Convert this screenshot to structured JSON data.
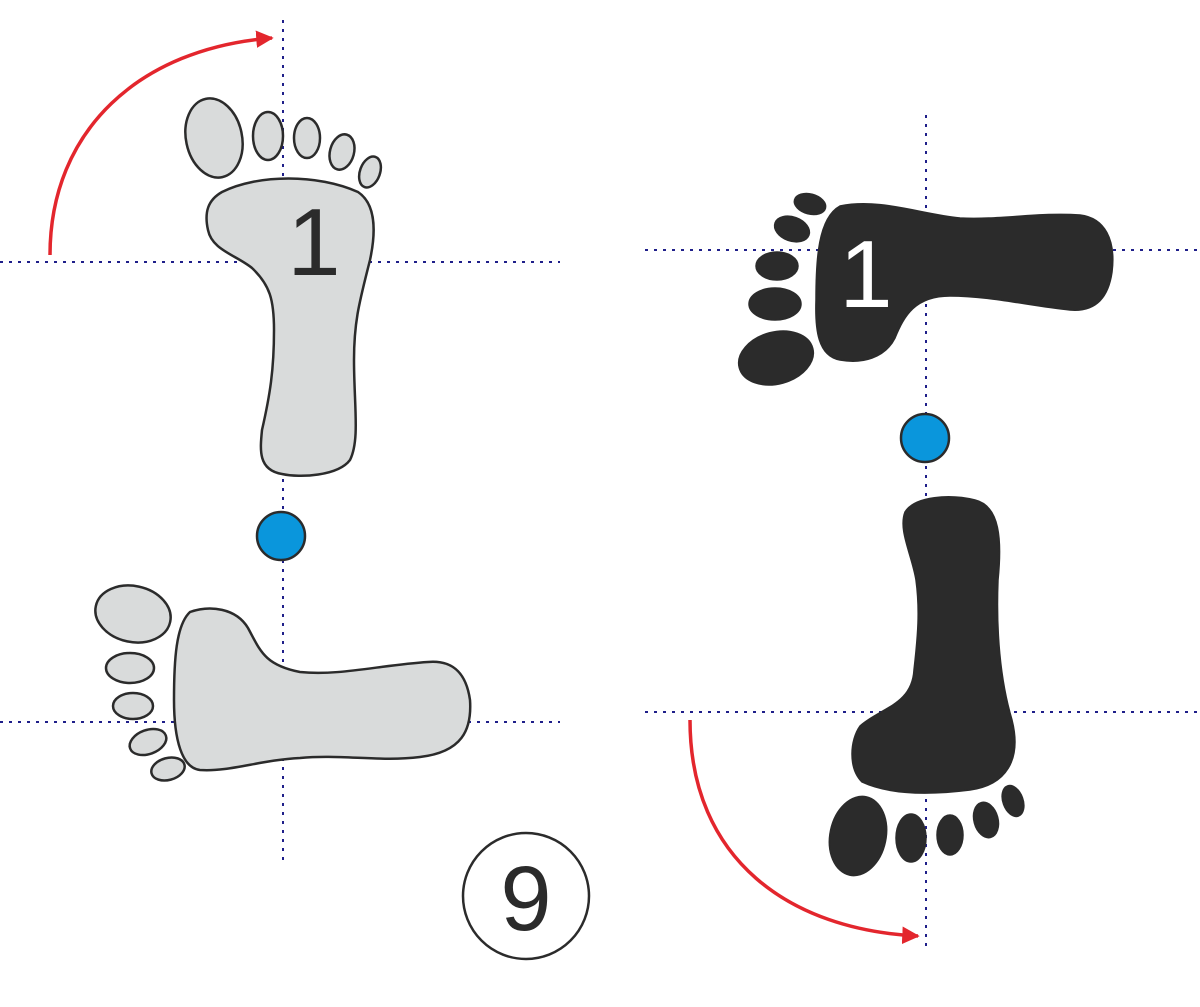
{
  "figure_number": "9",
  "left_footprint_pair": {
    "style": "light-gray-outlined",
    "top_foot_label": "1"
  },
  "right_footprint_pair": {
    "style": "dark-filled",
    "top_foot_label": "1"
  },
  "colors": {
    "light_foot_fill": "#d9dbdb",
    "dark_foot_fill": "#2b2b2b",
    "outline": "#2b2b2b",
    "guide_line": "#1f1f8a",
    "arrow": "#e3262d",
    "pivot_dot": "#0a96dc"
  },
  "icons": [
    "footprint-icon",
    "rotation-arrow-icon",
    "pivot-dot-icon"
  ]
}
